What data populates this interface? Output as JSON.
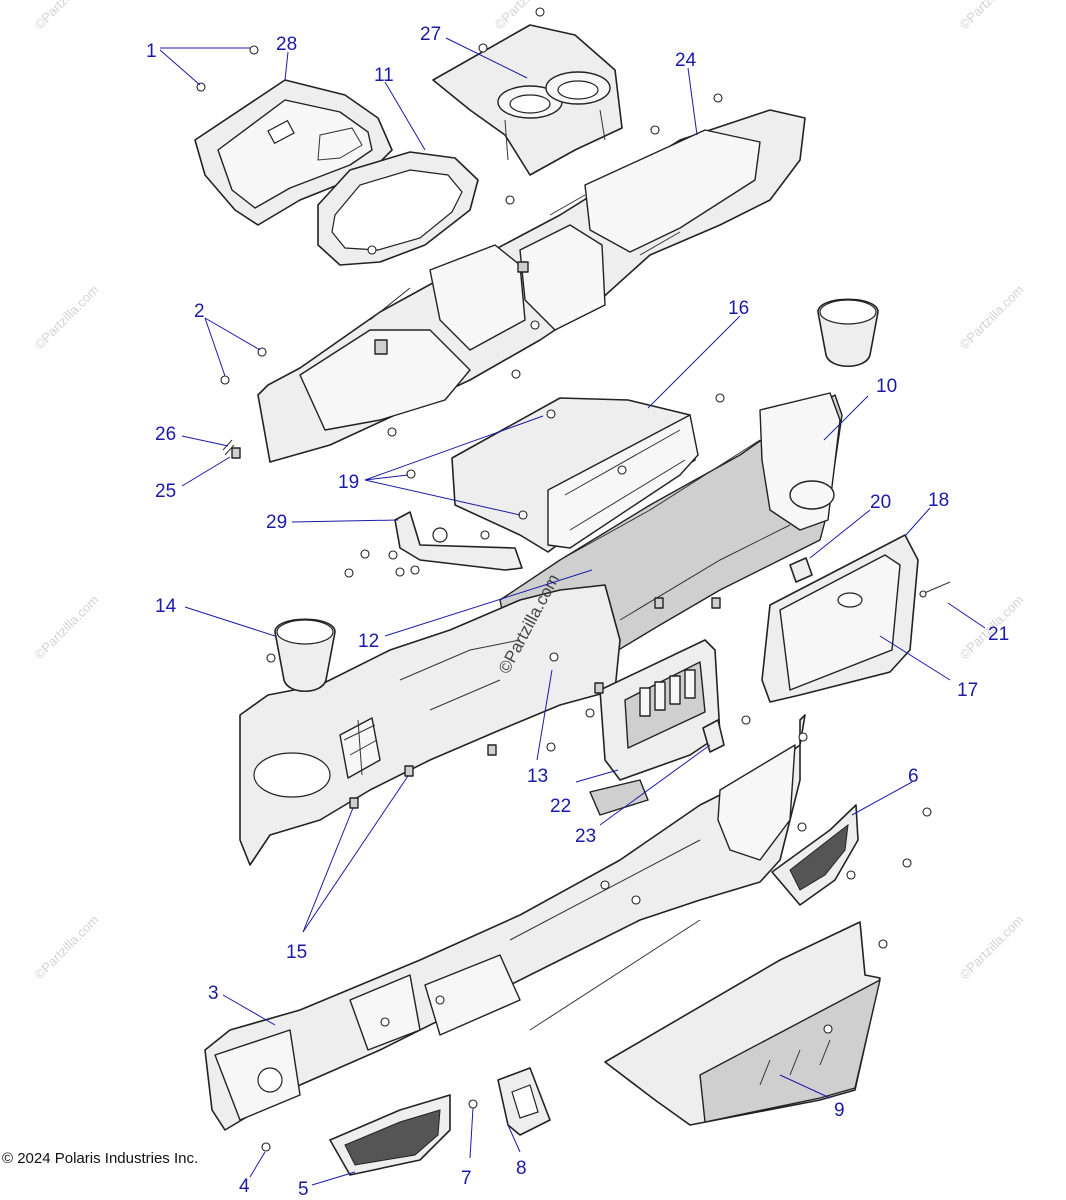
{
  "copyright": "© 2024 Polaris Industries Inc.",
  "watermark": "©Partzilla.com",
  "callouts": [
    "1",
    "2",
    "3",
    "4",
    "5",
    "6",
    "7",
    "8",
    "9",
    "10",
    "11",
    "12",
    "13",
    "14",
    "15",
    "16",
    "17",
    "18",
    "19",
    "20",
    "21",
    "22",
    "23",
    "24",
    "25",
    "26",
    "27",
    "28",
    "29"
  ],
  "colors": {
    "callout": "#1a1aa8",
    "line_art": "#222222",
    "part_fill": "#eeeeee",
    "watermark": "#d3d3d3"
  }
}
